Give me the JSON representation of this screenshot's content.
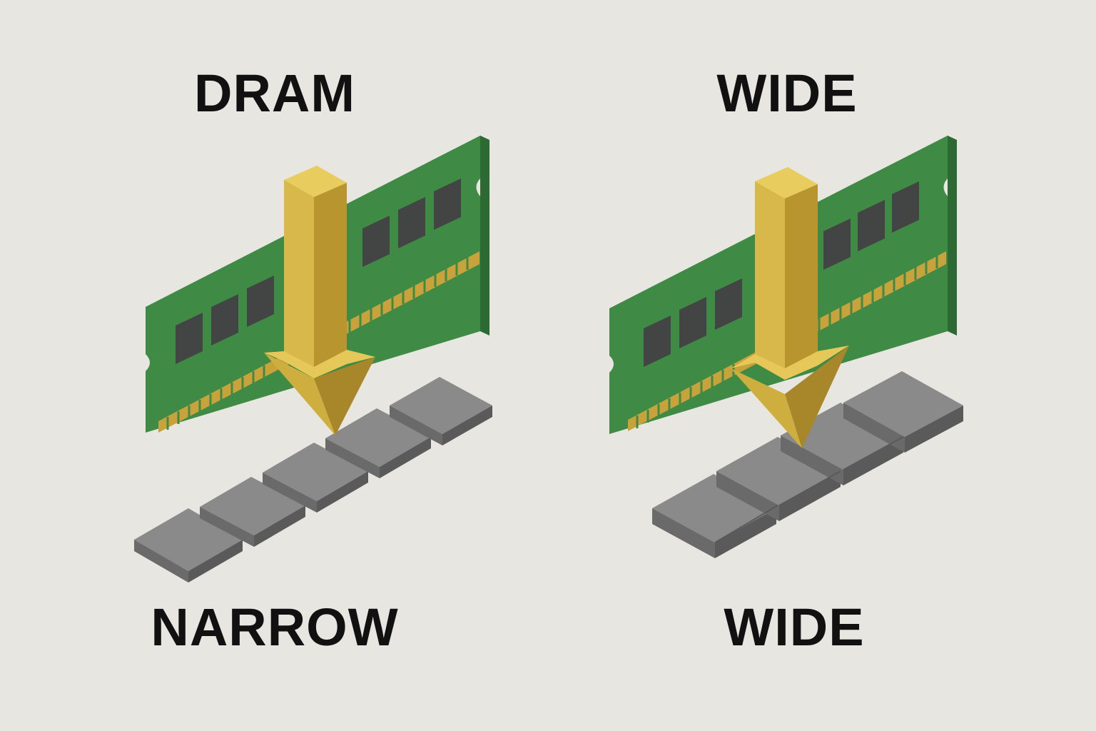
{
  "panels": [
    {
      "id": "narrow",
      "top_label": "DRAM",
      "bottom_label": "NARROW"
    },
    {
      "id": "wide",
      "top_label": "WIDE",
      "bottom_label": "WIDE"
    }
  ],
  "colors": {
    "background": "#e8e6e1",
    "pcb": "#3f8a45",
    "chip": "#434544",
    "contacts": "#c8a33c",
    "arrow": "#d8b84a",
    "tile": "#8a8a8a"
  },
  "icons": [
    "ram-module-icon",
    "down-arrow-icon",
    "memory-tile-icon"
  ]
}
